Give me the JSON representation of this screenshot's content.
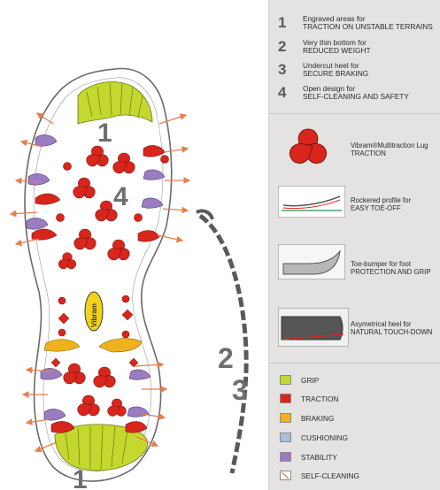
{
  "features": [
    {
      "num": "1",
      "line1": "Engraved areas for",
      "line2": "TRACTION ON UNSTABLE TERRAINS"
    },
    {
      "num": "2",
      "line1": "Very thin bottom for",
      "line2": "REDUCED WEIGHT"
    },
    {
      "num": "3",
      "line1": "Undercut heel for",
      "line2": "SECURE BRAKING"
    },
    {
      "num": "4",
      "line1": "Open design for",
      "line2": "SELF-CLEANING AND SAFETY"
    }
  ],
  "illustrations": [
    {
      "line1": "Vibram®Multitraction Lug",
      "line2": "TRACTION"
    },
    {
      "line1": "Rockered profile for",
      "line2": "EASY TOE-OFF"
    },
    {
      "line1": "Toe-bumper for foot",
      "line2": "PROTECTION AND GRIP"
    },
    {
      "line1": "Asymetrical heel for",
      "line2": "NATURAL TOUCH-DOWN"
    }
  ],
  "keys": [
    {
      "label": "GRIP",
      "color": "#c4d830"
    },
    {
      "label": "TRACTION",
      "color": "#d8261c"
    },
    {
      "label": "BRAKING",
      "color": "#f0b21c"
    },
    {
      "label": "CUSHIONING",
      "color": "#a9bfd9"
    },
    {
      "label": "STABILITY",
      "color": "#9a7cc0"
    },
    {
      "label": "SELF-CLEANING",
      "color": "#ffffff"
    }
  ],
  "sole_labels": {
    "toe": "1",
    "center": "4",
    "heel": "1",
    "side_2": "2",
    "side_3": "3"
  },
  "logo": "Vibram"
}
